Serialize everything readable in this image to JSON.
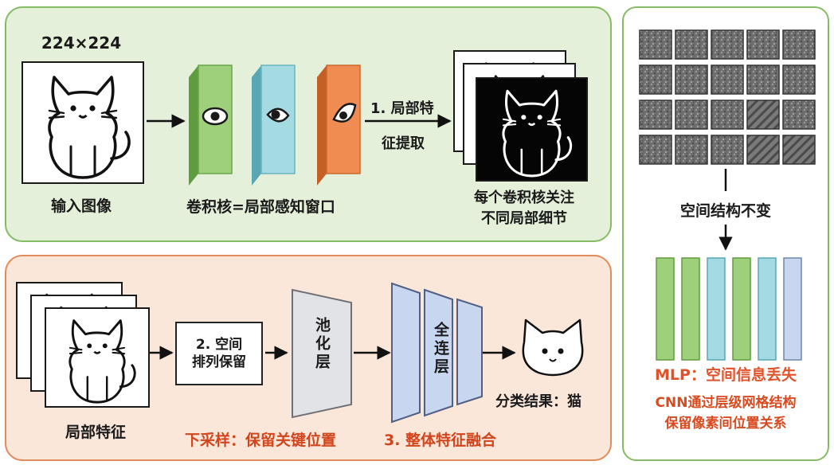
{
  "top": {
    "input_size": "224×224",
    "input_label": "输入图像",
    "kernel_label": "卷积核=局部感知窗口",
    "step1_line1": "1. 局部特",
    "step1_line2": "征提取",
    "feature_line1": "每个卷积核关注",
    "feature_line2": "不同局部细节"
  },
  "bottom": {
    "local_feature_label": "局部特征",
    "step2_line1": "2. 空间",
    "step2_line2": "排列保留",
    "pool_label": "池化层",
    "fc_label": "全连层",
    "result_label": "分类结果：猫",
    "downsample_label": "下采样：保留关键位置",
    "step3_label": "3. 整体特征融合"
  },
  "right": {
    "invariance_label": "空间结构不变",
    "mlp_label": "MLP：空间信息丢失",
    "cnn_line1": "CNN通过层级网格结构",
    "cnn_line2": "保留像素间位置关系"
  },
  "colors": {
    "green": "#86bb66",
    "blue": "#8fc9d3",
    "orange": "#e9834a",
    "mlp_red": "#e0522a"
  }
}
